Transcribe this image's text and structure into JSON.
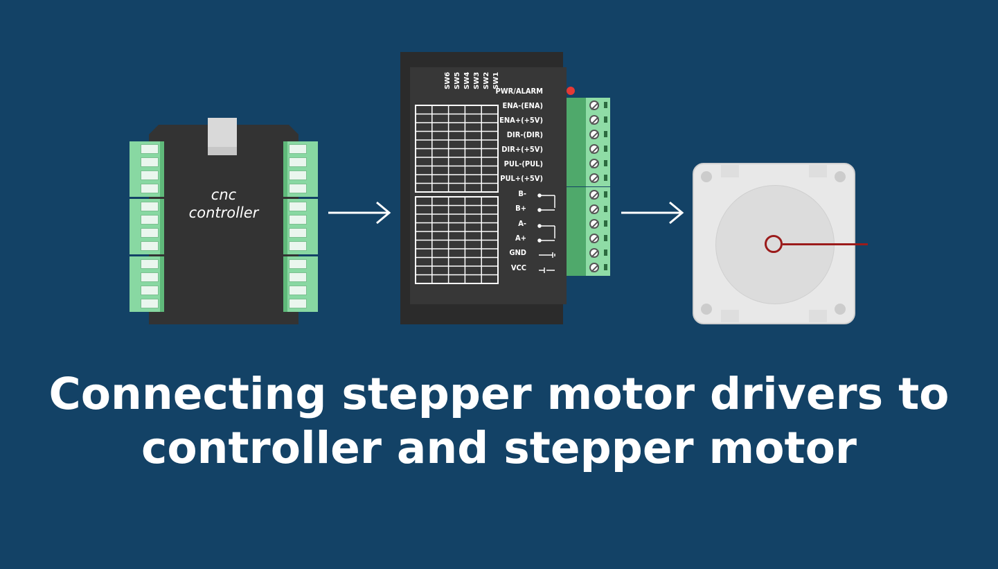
{
  "controller": {
    "label_line1": "cnc",
    "label_line2": "controller"
  },
  "driver": {
    "switches": [
      "SW6",
      "SW5",
      "SW4",
      "SW3",
      "SW2",
      "SW1"
    ],
    "pins": [
      "PWR/ALARM",
      "ENA-(ENA)",
      "ENA+(+5V)",
      "DIR-(DIR)",
      "DIR+(+5V)",
      "PUL-(PUL)",
      "PUL+(+5V)",
      "B-",
      "B+",
      "A-",
      "A+",
      "GND",
      "VCC"
    ]
  },
  "title": {
    "line1": "Connecting stepper motor drivers to",
    "line2": "controller and stepper motor"
  },
  "colors": {
    "background": "#134266",
    "terminal": "#88d8a2",
    "device": "#333333",
    "motor": "#e8e8e8",
    "shaft": "#9b1b1b"
  }
}
